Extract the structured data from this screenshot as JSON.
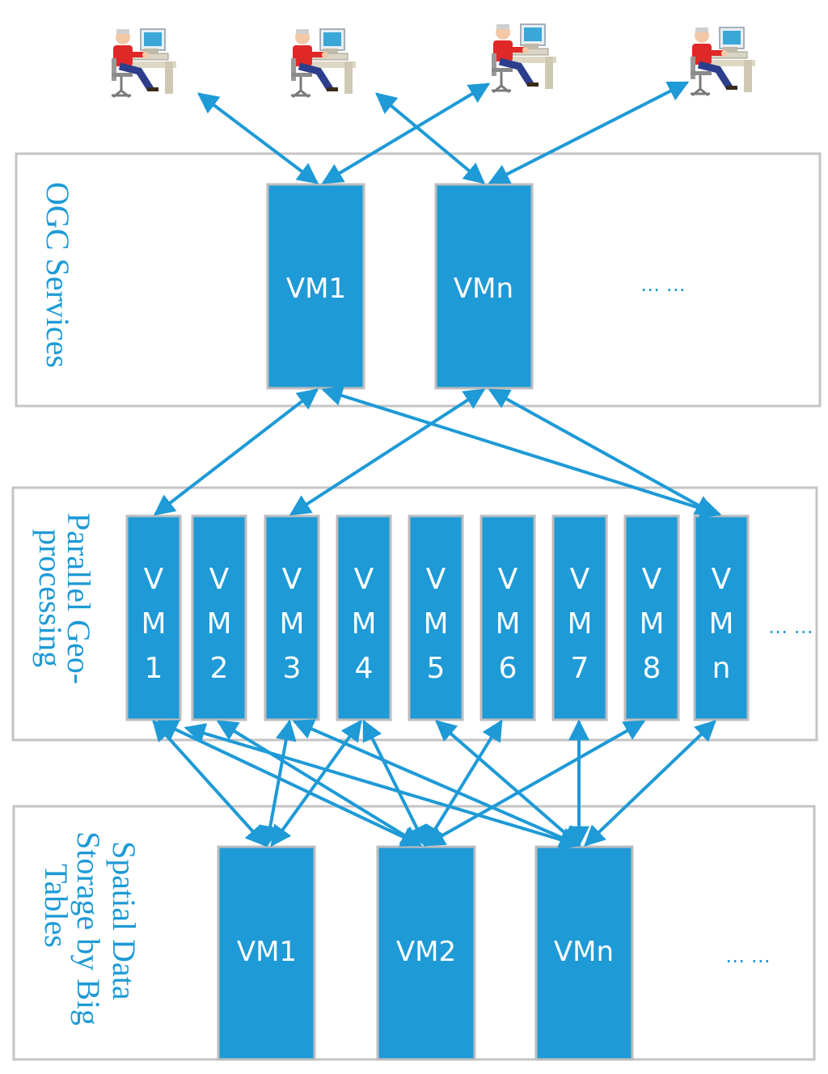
{
  "colors": {
    "accent": "#1e9ad6",
    "box_border": "#c4c4c4",
    "background": "#ffffff"
  },
  "users": [
    {
      "icon": "user-at-computer-icon"
    },
    {
      "icon": "user-at-computer-icon"
    },
    {
      "icon": "user-at-computer-icon"
    },
    {
      "icon": "user-at-computer-icon"
    }
  ],
  "layers": {
    "ogc": {
      "title": "OGC Services",
      "vms": [
        "VM1",
        "VMn"
      ],
      "ellipsis": "… …"
    },
    "geo": {
      "title_lines": [
        "Parallel Geo-",
        "processing"
      ],
      "vms": [
        [
          "V",
          "M",
          "1"
        ],
        [
          "V",
          "M",
          "2"
        ],
        [
          "V",
          "M",
          "3"
        ],
        [
          "V",
          "M",
          "4"
        ],
        [
          "V",
          "M",
          "5"
        ],
        [
          "V",
          "M",
          "6"
        ],
        [
          "V",
          "M",
          "7"
        ],
        [
          "V",
          "M",
          "8"
        ],
        [
          "V",
          "M",
          "n"
        ]
      ],
      "ellipsis": "… …"
    },
    "storage": {
      "title_lines": [
        "Spatial Data",
        "Storage by Big",
        "Tables"
      ],
      "vms": [
        "VM1",
        "VM2",
        "VMn"
      ],
      "ellipsis": "… …"
    }
  }
}
